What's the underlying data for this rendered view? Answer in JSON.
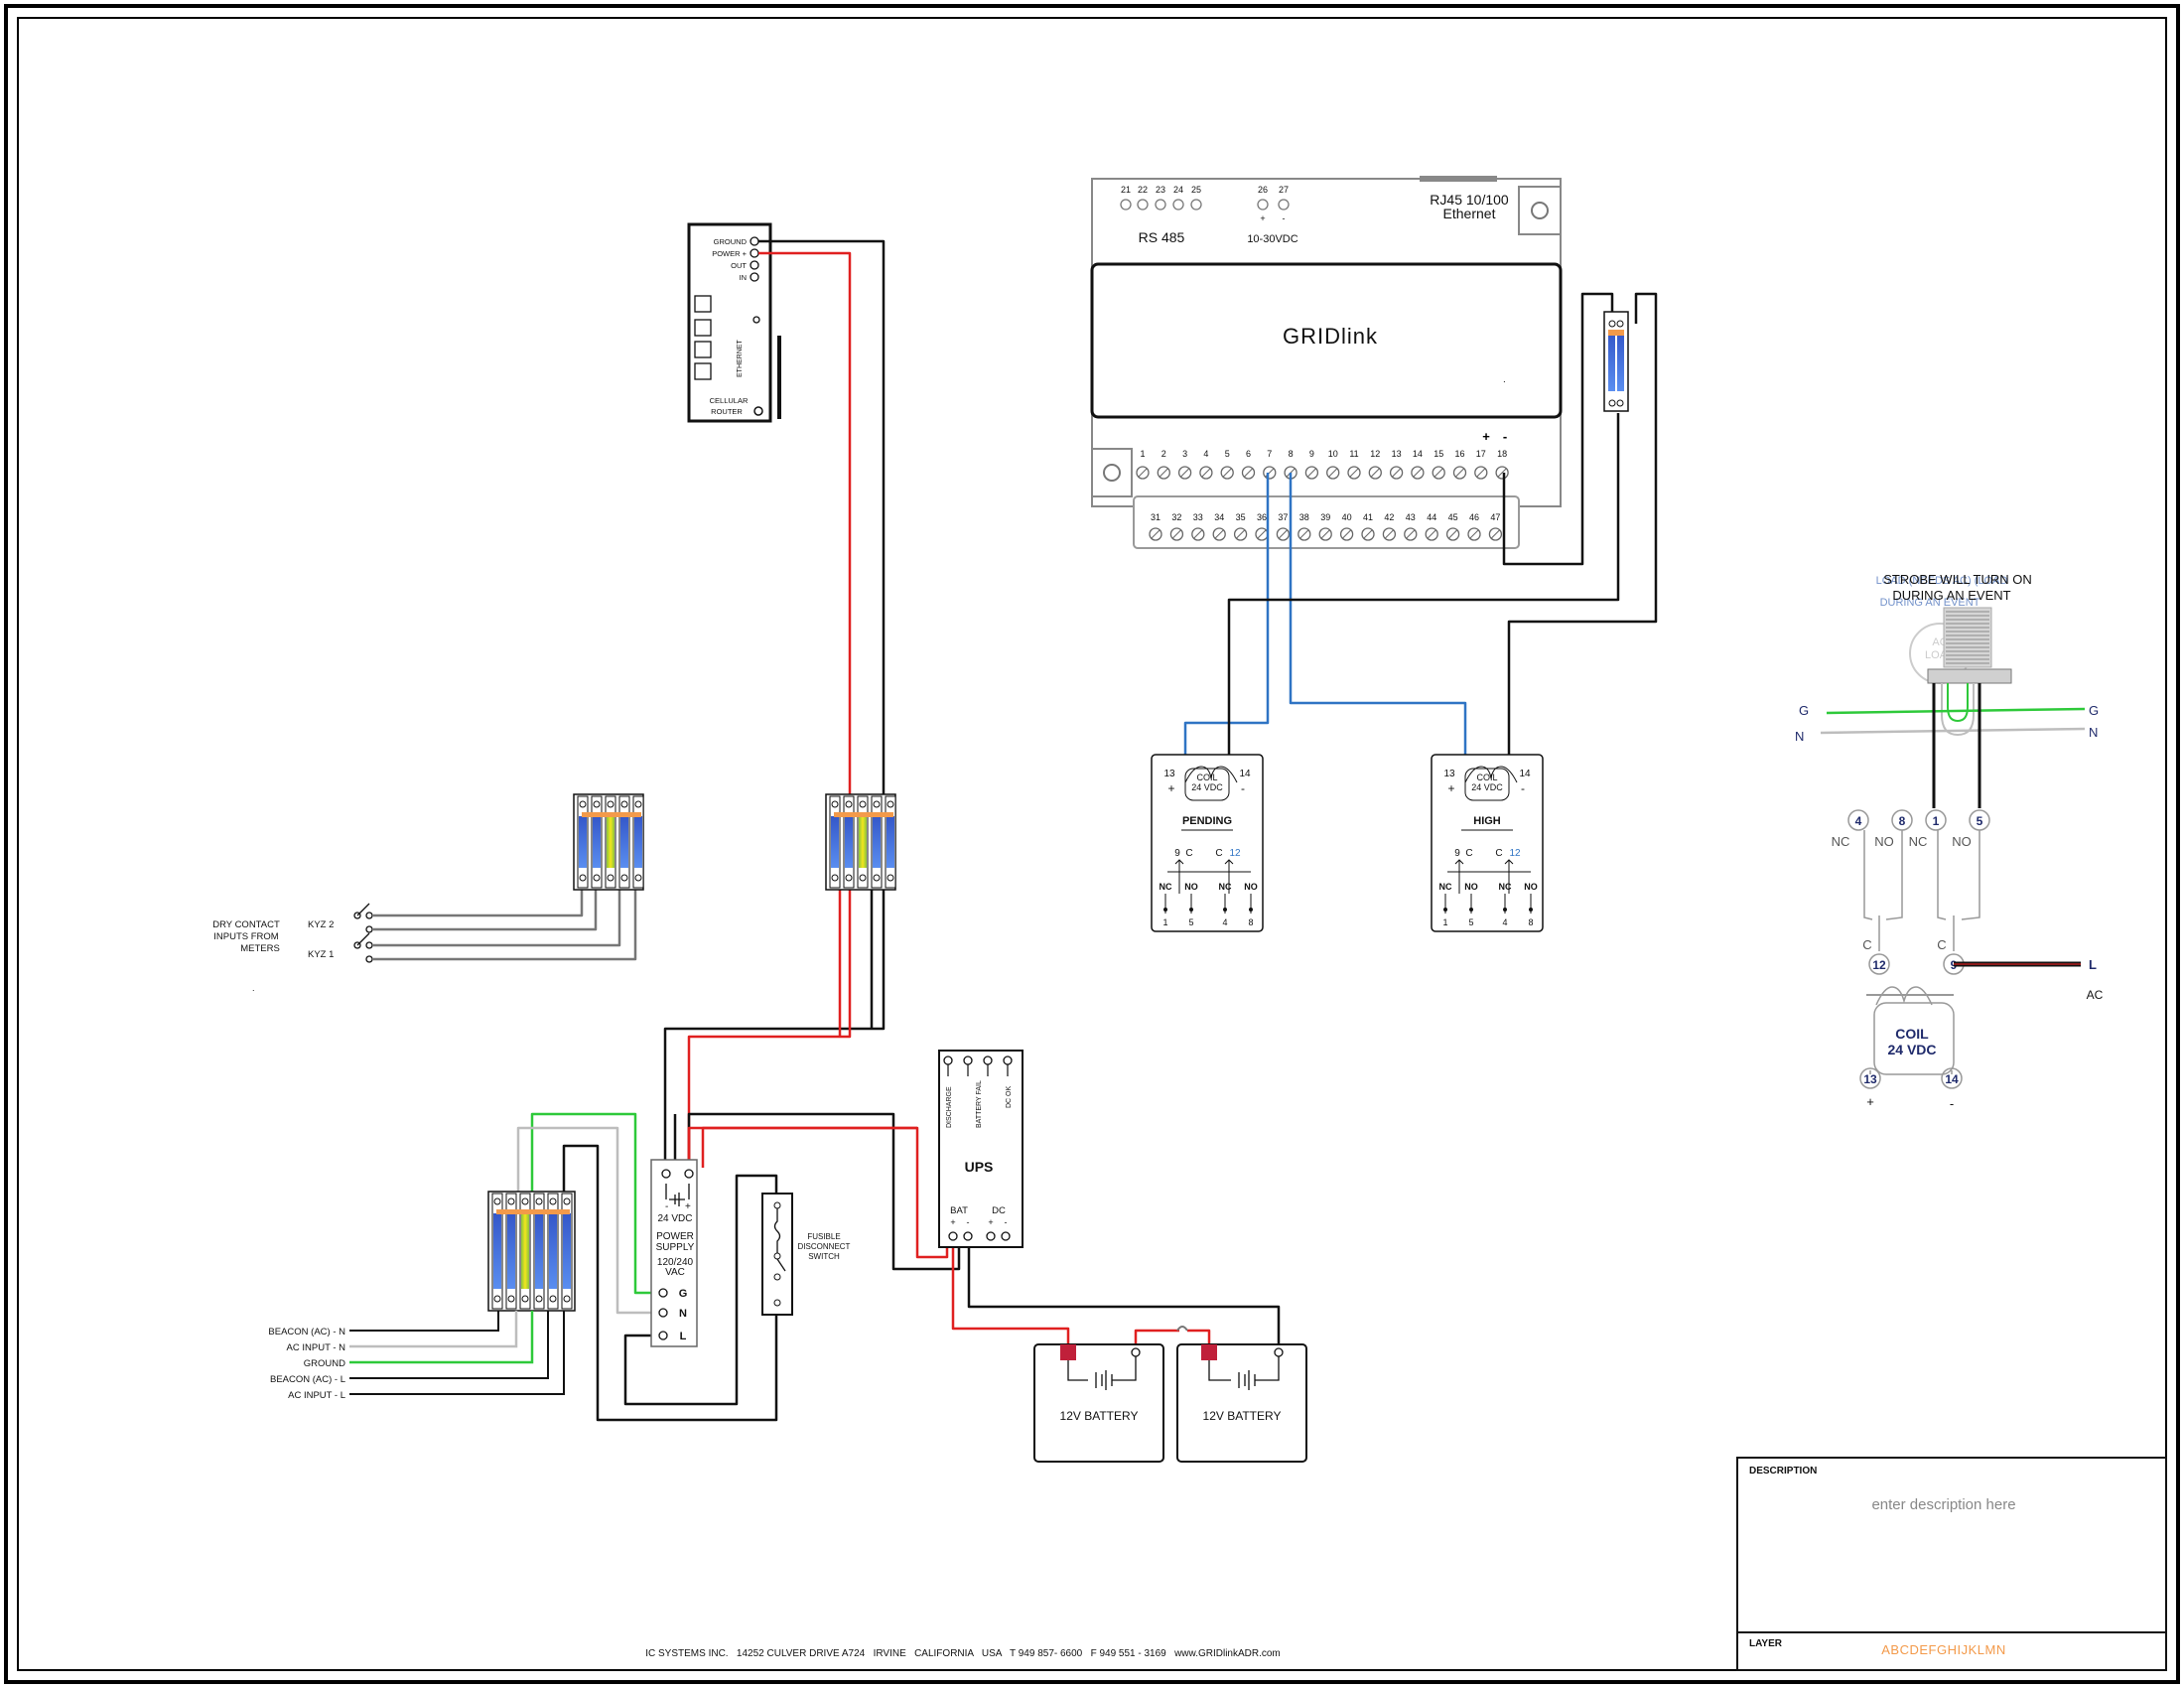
{
  "router": {
    "terminals": [
      "GROUND",
      "POWER +",
      "OUT",
      "IN"
    ],
    "ethernet": "ETHERNET",
    "name_line1": "CELLULAR",
    "name_line2": "ROUTER"
  },
  "gridlink": {
    "top_terminal_numbers_a": [
      "21",
      "22",
      "23",
      "24",
      "25"
    ],
    "top_terminal_numbers_b": [
      "26",
      "27"
    ],
    "power_polarity": [
      "+",
      "-"
    ],
    "rs485": "RS 485",
    "voltage": "10-30VDC",
    "rj45_line1": "RJ45 10/100",
    "rj45_line2": "Ethernet",
    "logo": "GRIDlink",
    "dot": ".",
    "upper_row": [
      "1",
      "2",
      "3",
      "4",
      "5",
      "6",
      "7",
      "8",
      "9",
      "10",
      "11",
      "12",
      "13",
      "14",
      "15",
      "16",
      "17",
      "18"
    ],
    "plus_minus": [
      "+",
      "-"
    ],
    "lower_row": [
      "31",
      "32",
      "33",
      "34",
      "35",
      "36",
      "37",
      "38",
      "39",
      "40",
      "41",
      "42",
      "43",
      "44",
      "45",
      "46",
      "47"
    ]
  },
  "relays": [
    {
      "name": "PENDING",
      "coil": "COIL",
      "coil_v": "24 VDC",
      "t13": "13",
      "t14": "14",
      "plus": "+",
      "minus": "-",
      "c_left": "9",
      "c_right": "12",
      "c": "C",
      "nc": "NC",
      "no": "NO",
      "pins": [
        "1",
        "5",
        "4",
        "8"
      ]
    },
    {
      "name": "HIGH",
      "coil": "COIL",
      "coil_v": "24 VDC",
      "t13": "13",
      "t14": "14",
      "plus": "+",
      "minus": "-",
      "c_left": "9",
      "c_right": "12",
      "c": "C",
      "nc": "NC",
      "no": "NO",
      "pins": [
        "1",
        "5",
        "4",
        "8"
      ]
    }
  ],
  "meters": {
    "label_line1": "DRY CONTACT",
    "label_line2": "INPUTS FROM",
    "label_line3": "METERS",
    "kyz2": "KYZ 2",
    "kyz1": "KYZ 1",
    "dot": "."
  },
  "power_supply": {
    "polarity": [
      "-",
      "+"
    ],
    "out": "24 VDC",
    "name_line1": "POWER",
    "name_line2": "SUPPLY",
    "in_line1": "120/240",
    "in_line2": "VAC",
    "terminals": [
      "G",
      "N",
      "L"
    ]
  },
  "fusible": {
    "line1": "FUSIBLE",
    "line2": "DISCONNECT",
    "line3": "SWITCH"
  },
  "ac_inputs": [
    "BEACON (AC) - N",
    "AC INPUT - N",
    "GROUND",
    "BEACON (AC) - L",
    "AC INPUT - L"
  ],
  "ups": {
    "name": "UPS",
    "status": [
      "DISCHARGE",
      "BATTERY FAIL",
      "DC OK"
    ],
    "bat": "BAT",
    "dc": "DC",
    "polarity": [
      "+",
      "-",
      "+",
      "-"
    ]
  },
  "batteries": [
    "12V BATTERY",
    "12V BATTERY"
  ],
  "strobe": {
    "note_line1": "STROBE WILL TURN ON",
    "note_line2": "DURING AN EVENT",
    "ghost_line1": "LOAD (NEEDS AC) (LOAD",
    "ghost_line2": "DURING AN EVENT",
    "ac_load_1": "AC",
    "ac_load_2": "LOAD",
    "g": "G",
    "n": "N",
    "terminals_top": [
      "4",
      "8",
      "1",
      "5"
    ],
    "nc": "NC",
    "no": "NO",
    "c": "C",
    "terminals_c": [
      "12",
      "9"
    ],
    "l": "L",
    "ac": "AC",
    "coil": "COIL",
    "coil_v": "24 VDC",
    "terminals_coil": [
      "13",
      "14"
    ],
    "plus": "+",
    "minus": "-"
  },
  "title_block": {
    "description_label": "DESCRIPTION",
    "description": "enter description here",
    "layer_label": "LAYER",
    "layers": "ABCDEFGHIJKLMN",
    "footer": "IC SYSTEMS INC.   14252 CULVER DRIVE A724   IRVINE   CALIFORNIA   USA   T 949 857- 6600   F 949 551 - 3169   www.GRIDlinkADR.com"
  },
  "colors": {
    "red": "#e02020",
    "blue": "#2f74c4",
    "green": "#2ec93a",
    "gray": "#bdbdbd",
    "black": "#111111",
    "orange": "#f39a4a",
    "navy": "#1f2a6b"
  }
}
